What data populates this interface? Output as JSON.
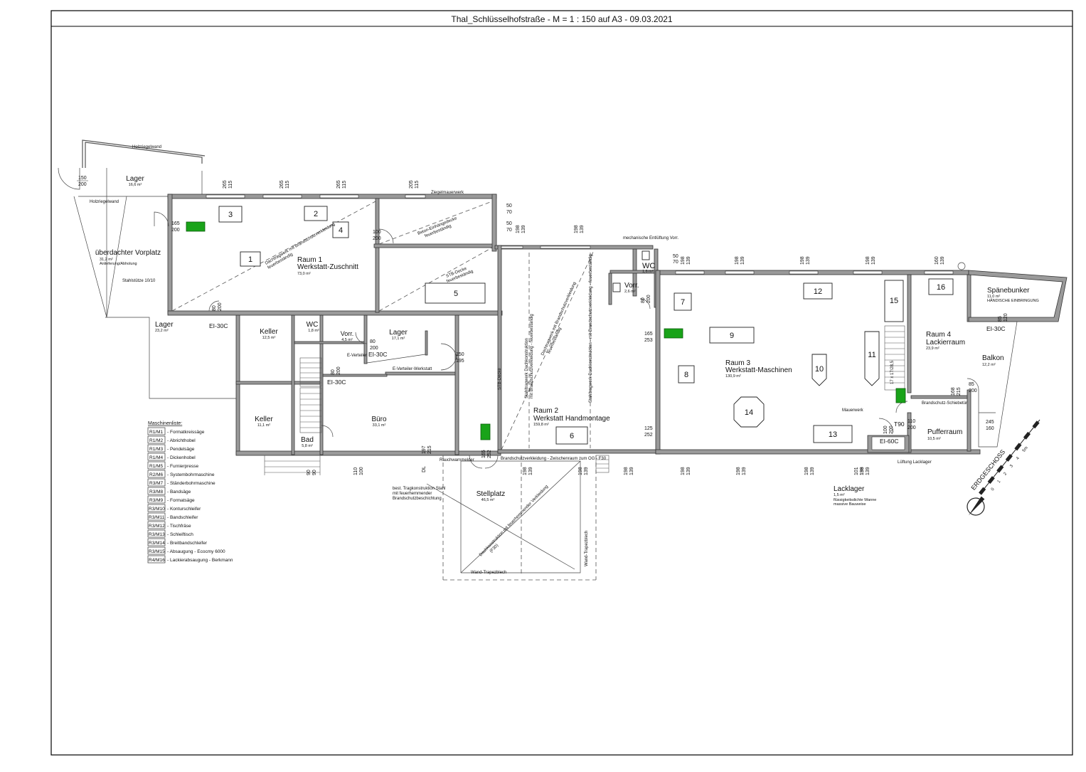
{
  "header": {
    "title": "Thal_Schlüsselhofstraße - M = 1 : 150 auf A3 - 09.03.2021"
  },
  "rooms": [
    {
      "name": "Lager",
      "area": "16,6 m²"
    },
    {
      "name": "überdachter Vorplatz",
      "area": "31,2 m²",
      "note": "Anlieferung/Abholung"
    },
    {
      "name": "Raum 1",
      "title": "Werkstatt-Zuschnitt",
      "area": "73,0 m²"
    },
    {
      "name": "Lager",
      "area": "23,2 m²"
    },
    {
      "name": "Keller",
      "area": "12,5 m²"
    },
    {
      "name": "WC",
      "area": "1,8 m²"
    },
    {
      "name": "Vorr.",
      "area": "4,5 m²"
    },
    {
      "name": "Lager",
      "area": "17,1 m²"
    },
    {
      "name": "Keller",
      "area": "11,1 m²"
    },
    {
      "name": "Bad",
      "area": "5,8 m²"
    },
    {
      "name": "Büro",
      "area": "33,1 m²"
    },
    {
      "name": "Raum 2",
      "title": "Werkstatt Handmontage",
      "area": "159,8 m²"
    },
    {
      "name": "Stellplatz",
      "area": "46,5 m²"
    },
    {
      "name": "Vorr.",
      "area": "2,6 m²"
    },
    {
      "name": "WC",
      "area": "1,6 m²"
    },
    {
      "name": "Raum 3",
      "title": "Werkstatt-Maschinen",
      "area": "130,9 m²"
    },
    {
      "name": "Raum 4",
      "title": "Lackierraum",
      "area": "23,9 m²"
    },
    {
      "name": "Spänebunker",
      "area": "11,0 m²",
      "note": "HÄNDISCHE EINBRINGUNG"
    },
    {
      "name": "Balkon",
      "area": "12,2 m²"
    },
    {
      "name": "Pufferraum",
      "area": "10,5 m²"
    },
    {
      "name": "Lacklager",
      "area": "1,5 m²",
      "note": "flüssigkeitsdichte Wanne",
      "note2": "massive Bauweise"
    }
  ],
  "machine_numbers": [
    "1",
    "2",
    "3",
    "4",
    "5",
    "6",
    "7",
    "8",
    "9",
    "10",
    "11",
    "12",
    "13",
    "14",
    "15",
    "16"
  ],
  "door_ratings": [
    "EI-30C",
    "EI-30C",
    "EI-30C",
    "EI-30C",
    "EI-60C",
    "T90"
  ],
  "dimensions": [
    "150",
    "200",
    "265",
    "115",
    "265",
    "115",
    "265",
    "115",
    "205",
    "115",
    "165",
    "200",
    "100",
    "200",
    "50",
    "70",
    "50",
    "70",
    "198",
    "139",
    "198",
    "139",
    "80",
    "200",
    "150",
    "195",
    "80",
    "200",
    "80",
    "200",
    "50",
    "70",
    "198",
    "139",
    "198",
    "139",
    "198",
    "139",
    "198",
    "139",
    "160",
    "139",
    "165",
    "253",
    "80",
    "200",
    "85",
    "120",
    "85",
    "200",
    "168",
    "215",
    "100",
    "200",
    "110",
    "200",
    "245",
    "160",
    "125",
    "252",
    "90",
    "90",
    "110",
    "100",
    "197",
    "215",
    "165",
    "252",
    "198",
    "139",
    "198",
    "139",
    "198",
    "139",
    "198",
    "139",
    "198",
    "139",
    "198",
    "139",
    "101",
    "139",
    "198",
    "139"
  ],
  "annotations": {
    "holzriegelwand_top": "Holzriegelwand",
    "holzriegelwand": "Holzriegelwand",
    "ziegelmauerwerk": "Ziegelmauerwerk",
    "beton_decke": "Beton-Einhängedecke",
    "feuerbestaendig": "feuerbeständig",
    "stb_decke": "STB-Decke",
    "stb_decke_feuer": "feuerbeständig",
    "dachtragwerk_1": "Dachtragwerk mit Brandschutzverkleidung",
    "dachtragwerk_1b": "feuerbeständig",
    "stahlstuetze": "Stahlstütze 10/10",
    "e_verteiler": "E-Verteiler",
    "e_verteiler_werkstatt": "E-Verteiler-Werkstatt",
    "stb_decke_vertical": "STB-Decke",
    "stahltragwerk_1": "Stahltragwerk Dachkonstruktion",
    "stahltragwerk_1b": "mit Brandschutzverkleidung - feuerbeständig",
    "dachtragwerk_2": "Dachtragwerk mit Brandschutzverkleidung",
    "dachtragwerk_2b": "feuerbeständig",
    "stahltragwerk_2": "Stahltragwerk Dachkonstruktion - mit Brandschutzverkleidung - feuerbeständig",
    "mechanische": "mechanische Entlüftung Vorr.",
    "rauchwarnmelder": "Rauchwarnmelder",
    "brandschutzverkleidung": "Brandschutzverkleidung - Zwischenraum zum OG - F30",
    "best_trag_1": "best. Tragkonstruktion Stahl",
    "best_trag_2": "mit feuerhemmender",
    "best_trag_3": "Brandschutzbeschichtung",
    "dachkonstruktion_f30": "Dachkonstruktion mit feuerhemmender Verkleidung",
    "f30": "(F30)",
    "wand_trapez_v": "Wand-Trapezblech",
    "wand_trapez_h": "Wand-Trapezblech",
    "mauerwerk": "Mauerwerk",
    "brandschutz_schiebetuer": "Brandschutz-Schiebetür",
    "lueftung_lacklager": "Lüftung Lacklager",
    "stair_label": "17 x 17/28,5",
    "erdgeschoss": "ERDGESCHOSS",
    "scale_0": "0",
    "scale_1": "1",
    "scale_2": "2",
    "scale_3": "3",
    "scale_4": "4",
    "scale_5": "5m",
    "dl": "DL"
  },
  "machine_list": {
    "title": "Maschinenliste:",
    "items": [
      {
        "code": "R1/M1",
        "label": "- Formatkreissäge"
      },
      {
        "code": "R1/M2",
        "label": "- Abrichthobel"
      },
      {
        "code": "R1/M3",
        "label": "- Pendelsäge"
      },
      {
        "code": "R1/M4",
        "label": "- Dickenhobel"
      },
      {
        "code": "R1/M5",
        "label": "- Furnierpresse"
      },
      {
        "code": "R2/M6",
        "label": "- Systembohrmaschine"
      },
      {
        "code": "R3/M7",
        "label": "- Ständerbohrmaschine"
      },
      {
        "code": "R3/M8",
        "label": "- Bandsäge"
      },
      {
        "code": "R3/M9",
        "label": "- Formatsäge"
      },
      {
        "code": "R3/M10",
        "label": "- Konturschleifer"
      },
      {
        "code": "R3/M11",
        "label": "- Bandschleifer"
      },
      {
        "code": "R3/M12",
        "label": "- Tischfräse"
      },
      {
        "code": "R3/M13",
        "label": "- Schleiftisch"
      },
      {
        "code": "R3/M14",
        "label": "- Breitbandschleifer"
      },
      {
        "code": "R3/M15",
        "label": "- Absaugung - Ecocmy 6000"
      },
      {
        "code": "R4/M16",
        "label": "- Lackierabsaugung - Berkmann"
      }
    ]
  }
}
